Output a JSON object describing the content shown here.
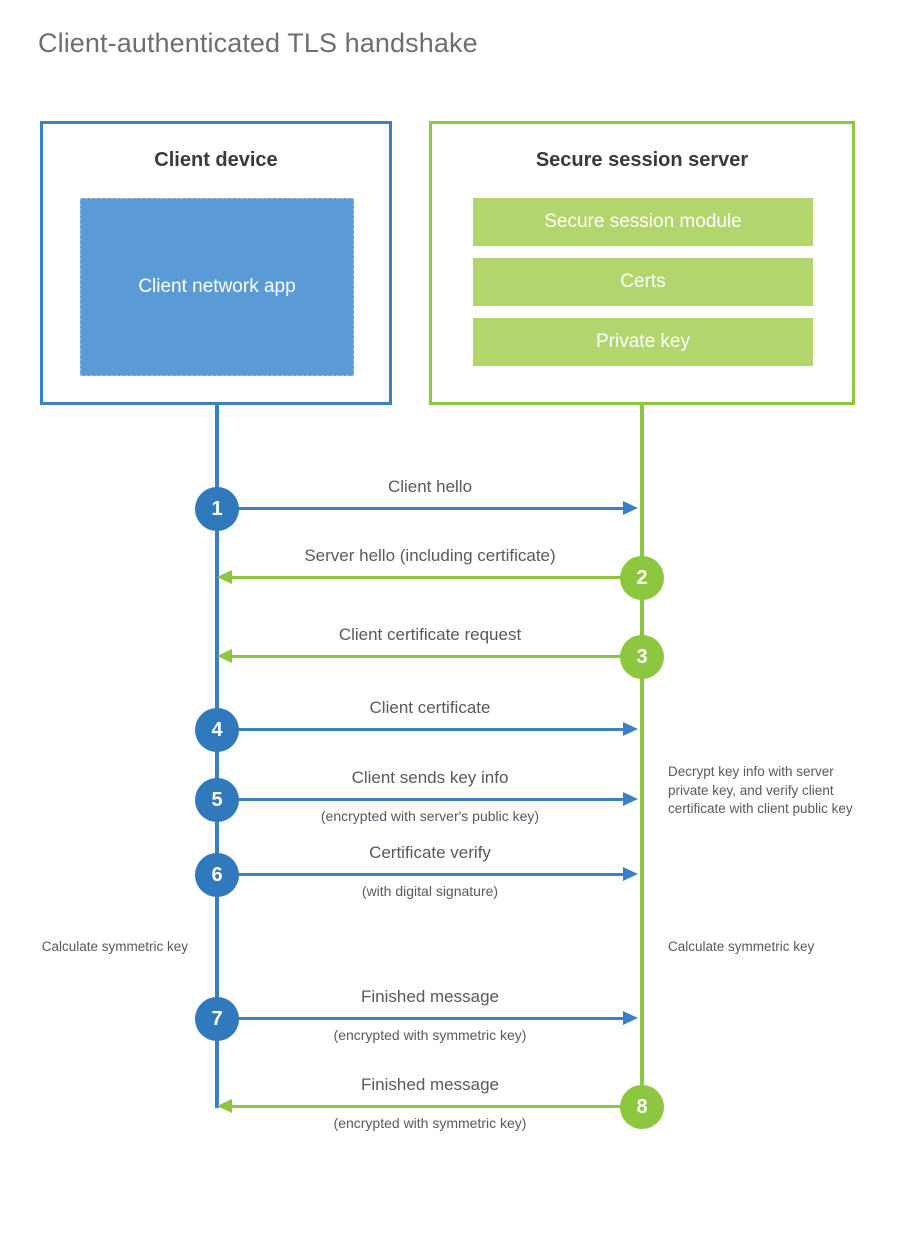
{
  "title": "Client-authenticated TLS handshake",
  "colors": {
    "client_blue": "#3b7fc4",
    "client_bubble_blue": "#3079bd",
    "client_app_fill": "#5b9bd5",
    "server_green": "#8dc63f",
    "server_bar_fill": "#b3d56e",
    "text": "#58595b",
    "title_text": "#6d6e71",
    "heading_text": "#3a3a3c"
  },
  "parties": {
    "client": {
      "title": "Client device",
      "app_label": "Client network app"
    },
    "server": {
      "title": "Secure session server",
      "bars": [
        {
          "label": "Secure session module"
        },
        {
          "label": "Certs"
        },
        {
          "label": "Private key"
        }
      ]
    }
  },
  "notes": {
    "server_decrypt": "Decrypt key info with server private key, and verify client certificate with client public key",
    "client_calculate": "Calculate symmetric key",
    "server_calculate": "Calculate symmetric key"
  },
  "steps": [
    {
      "num": "1",
      "label": "Client hello",
      "sublabel": "",
      "direction": "to-server",
      "origin": "client"
    },
    {
      "num": "2",
      "label": "Server hello (including certificate)",
      "sublabel": "",
      "direction": "to-client",
      "origin": "server"
    },
    {
      "num": "3",
      "label": "Client certificate request",
      "sublabel": "",
      "direction": "to-client",
      "origin": "server"
    },
    {
      "num": "4",
      "label": "Client certificate",
      "sublabel": "",
      "direction": "to-server",
      "origin": "client"
    },
    {
      "num": "5",
      "label": "Client sends key info",
      "sublabel": "(encrypted with server's public key)",
      "direction": "to-server",
      "origin": "client"
    },
    {
      "num": "6",
      "label": "Certificate verify",
      "sublabel": "(with digital signature)",
      "direction": "to-server",
      "origin": "client"
    },
    {
      "num": "7",
      "label": "Finished message",
      "sublabel": "(encrypted with symmetric key)",
      "direction": "to-server",
      "origin": "client"
    },
    {
      "num": "8",
      "label": "Finished message",
      "sublabel": "(encrypted with symmetric key)",
      "direction": "to-client",
      "origin": "server"
    }
  ]
}
